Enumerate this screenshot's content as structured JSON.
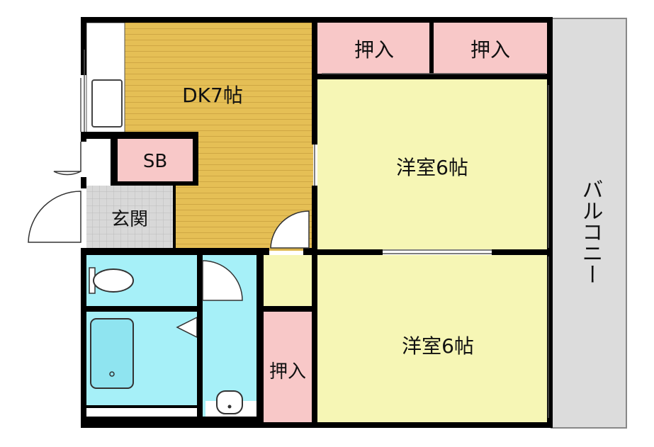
{
  "labels": {
    "dk": "DK7帖",
    "sb": "SB",
    "genkan": "玄関",
    "room_upper": "洋室6帖",
    "room_lower": "洋室6帖",
    "oshiire_top_left": "押入",
    "oshiire_top_right": "押入",
    "oshiire_lower": "押入",
    "balcony": "バルコニー"
  },
  "colors": {
    "wall": "#000000",
    "flooring_wood": "#e5bf55",
    "flooring_line": "#c9a13a",
    "room_yellow": "#f6f6b5",
    "closet_pink": "#f8c8c8",
    "genkan_tile": "#d6d6d6",
    "water_blue": "#a6f0f8",
    "balcony_gray": "#dcdcdc",
    "fixture_white": "#ffffff"
  }
}
